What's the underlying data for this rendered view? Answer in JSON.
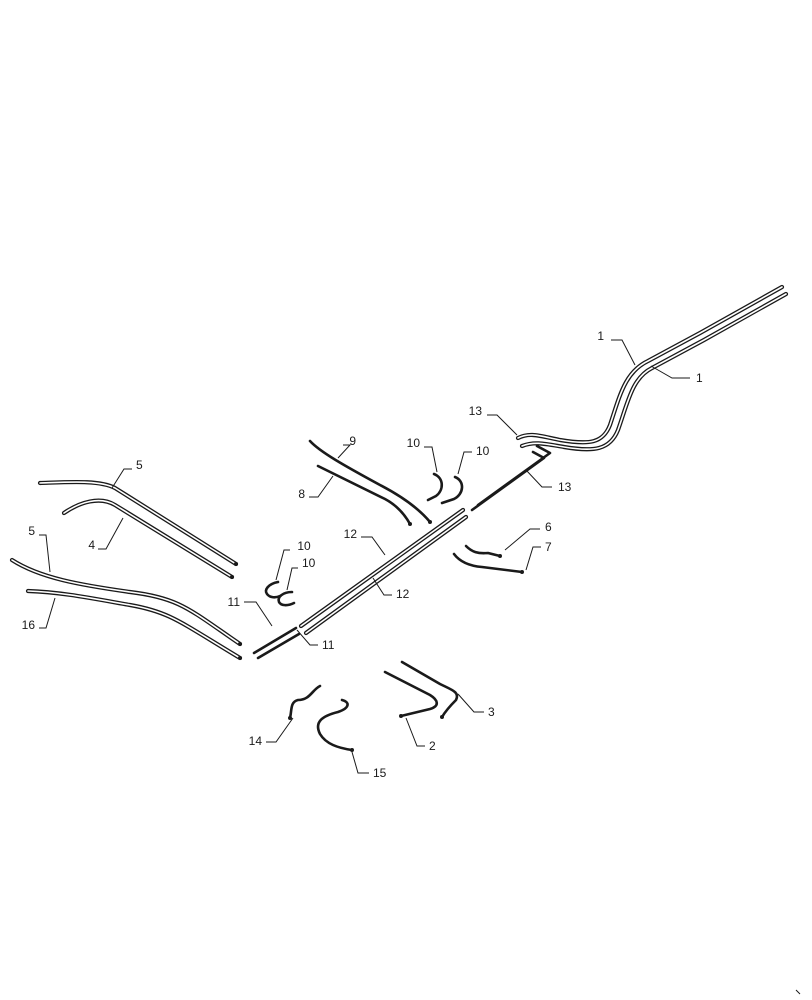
{
  "diagram": {
    "callouts": [
      "1",
      "1",
      "13",
      "13",
      "10",
      "10",
      "10",
      "10",
      "9",
      "8",
      "5",
      "5",
      "4",
      "16",
      "12",
      "12",
      "11",
      "11",
      "6",
      "7",
      "3",
      "2",
      "14",
      "15"
    ]
  }
}
